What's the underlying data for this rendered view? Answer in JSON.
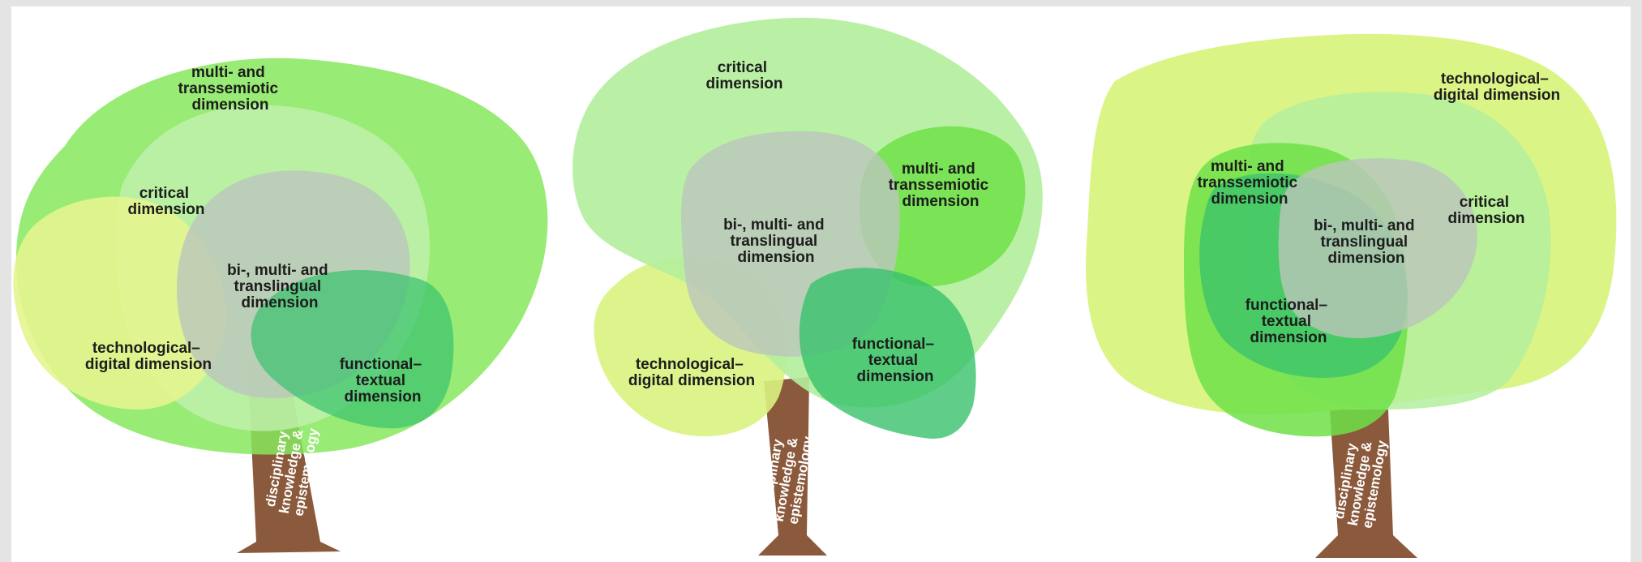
{
  "colors": {
    "background": "#e4e4e4",
    "canvas": "#ffffff",
    "trunk": "#8b5a3c",
    "light_green": "#b3ee9c",
    "bright_green": "#86e85c",
    "lime": "#d9f37f",
    "grey": "#c0c8c0",
    "dark_green": "#38c26c"
  },
  "trees": [
    {
      "trunk_label": [
        "disciplinary",
        "knowledge &",
        "epistemology"
      ],
      "labels": {
        "multi": [
          "multi- and",
          "transsemiotic",
          "dimension"
        ],
        "critical": [
          "critical",
          "dimension"
        ],
        "bi": [
          "bi-, multi- and",
          "translingual",
          "dimension"
        ],
        "tech": [
          "technological–",
          "digital dimension"
        ],
        "functional": [
          "functional–",
          "textual",
          "dimension"
        ]
      }
    },
    {
      "trunk_label": [
        "disciplinary",
        "knowledge &",
        "epistemology"
      ],
      "labels": {
        "critical": [
          "critical",
          "dimension"
        ],
        "multi": [
          "multi- and",
          "transsemiotic",
          "dimension"
        ],
        "bi": [
          "bi-, multi- and",
          "translingual",
          "dimension"
        ],
        "tech": [
          "technological–",
          "digital dimension"
        ],
        "functional": [
          "functional–",
          "textual",
          "dimension"
        ]
      }
    },
    {
      "trunk_label": [
        "disciplinary",
        "knowledge &",
        "epistemology"
      ],
      "labels": {
        "tech": [
          "technological–",
          "digital dimension"
        ],
        "multi": [
          "multi- and",
          "transsemiotic",
          "dimension"
        ],
        "bi": [
          "bi-, multi- and",
          "translingual",
          "dimension"
        ],
        "critical": [
          "critical",
          "dimension"
        ],
        "functional": [
          "functional–",
          "textual",
          "dimension"
        ]
      }
    }
  ]
}
